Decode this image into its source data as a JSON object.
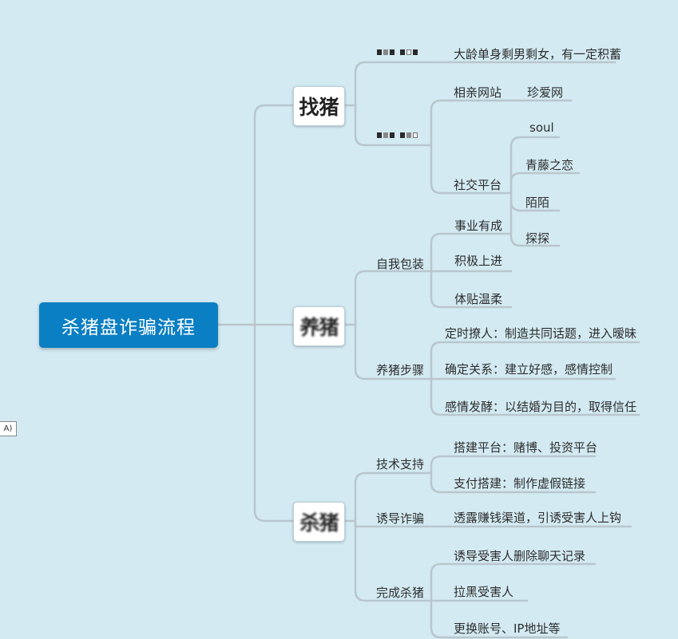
{
  "root": {
    "label": "杀猪盘诈骗流程"
  },
  "branches": {
    "find": {
      "label": "找猪"
    },
    "raise": {
      "label": "养猪"
    },
    "kill": {
      "label": "杀猪"
    }
  },
  "find": {
    "item1_leaf": "大龄单身剩男剩女，有一定积蓄",
    "dating_site": "相亲网站",
    "dating_site_example": "珍爱网",
    "social_platform": "社交平台",
    "social_apps": [
      "soul",
      "青藤之恋",
      "陌陌",
      "探探"
    ]
  },
  "raise": {
    "self_packaging": "自我包装",
    "packaging_items": [
      "事业有成",
      "积极上进",
      "体贴温柔"
    ],
    "steps": "养猪步骤",
    "step_items": [
      "定时撩人：制造共同话题，进入暧昧",
      "确定关系：建立好感，感情控制",
      "感情发酵：以结婚为目的，取得信任"
    ]
  },
  "kill": {
    "tech_support": "技术支持",
    "tech_items": [
      "搭建平台：赌博、投资平台",
      "支付搭建：制作虚假链接"
    ],
    "lure": "诱导诈骗",
    "lure_item": "透露赚钱渠道，引诱受害人上钩",
    "finish": "完成杀猪",
    "finish_items": [
      "诱导受害人删除聊天记录",
      "拉黑受害人",
      "更换账号、IP地址等"
    ]
  },
  "side_tag": "A)"
}
